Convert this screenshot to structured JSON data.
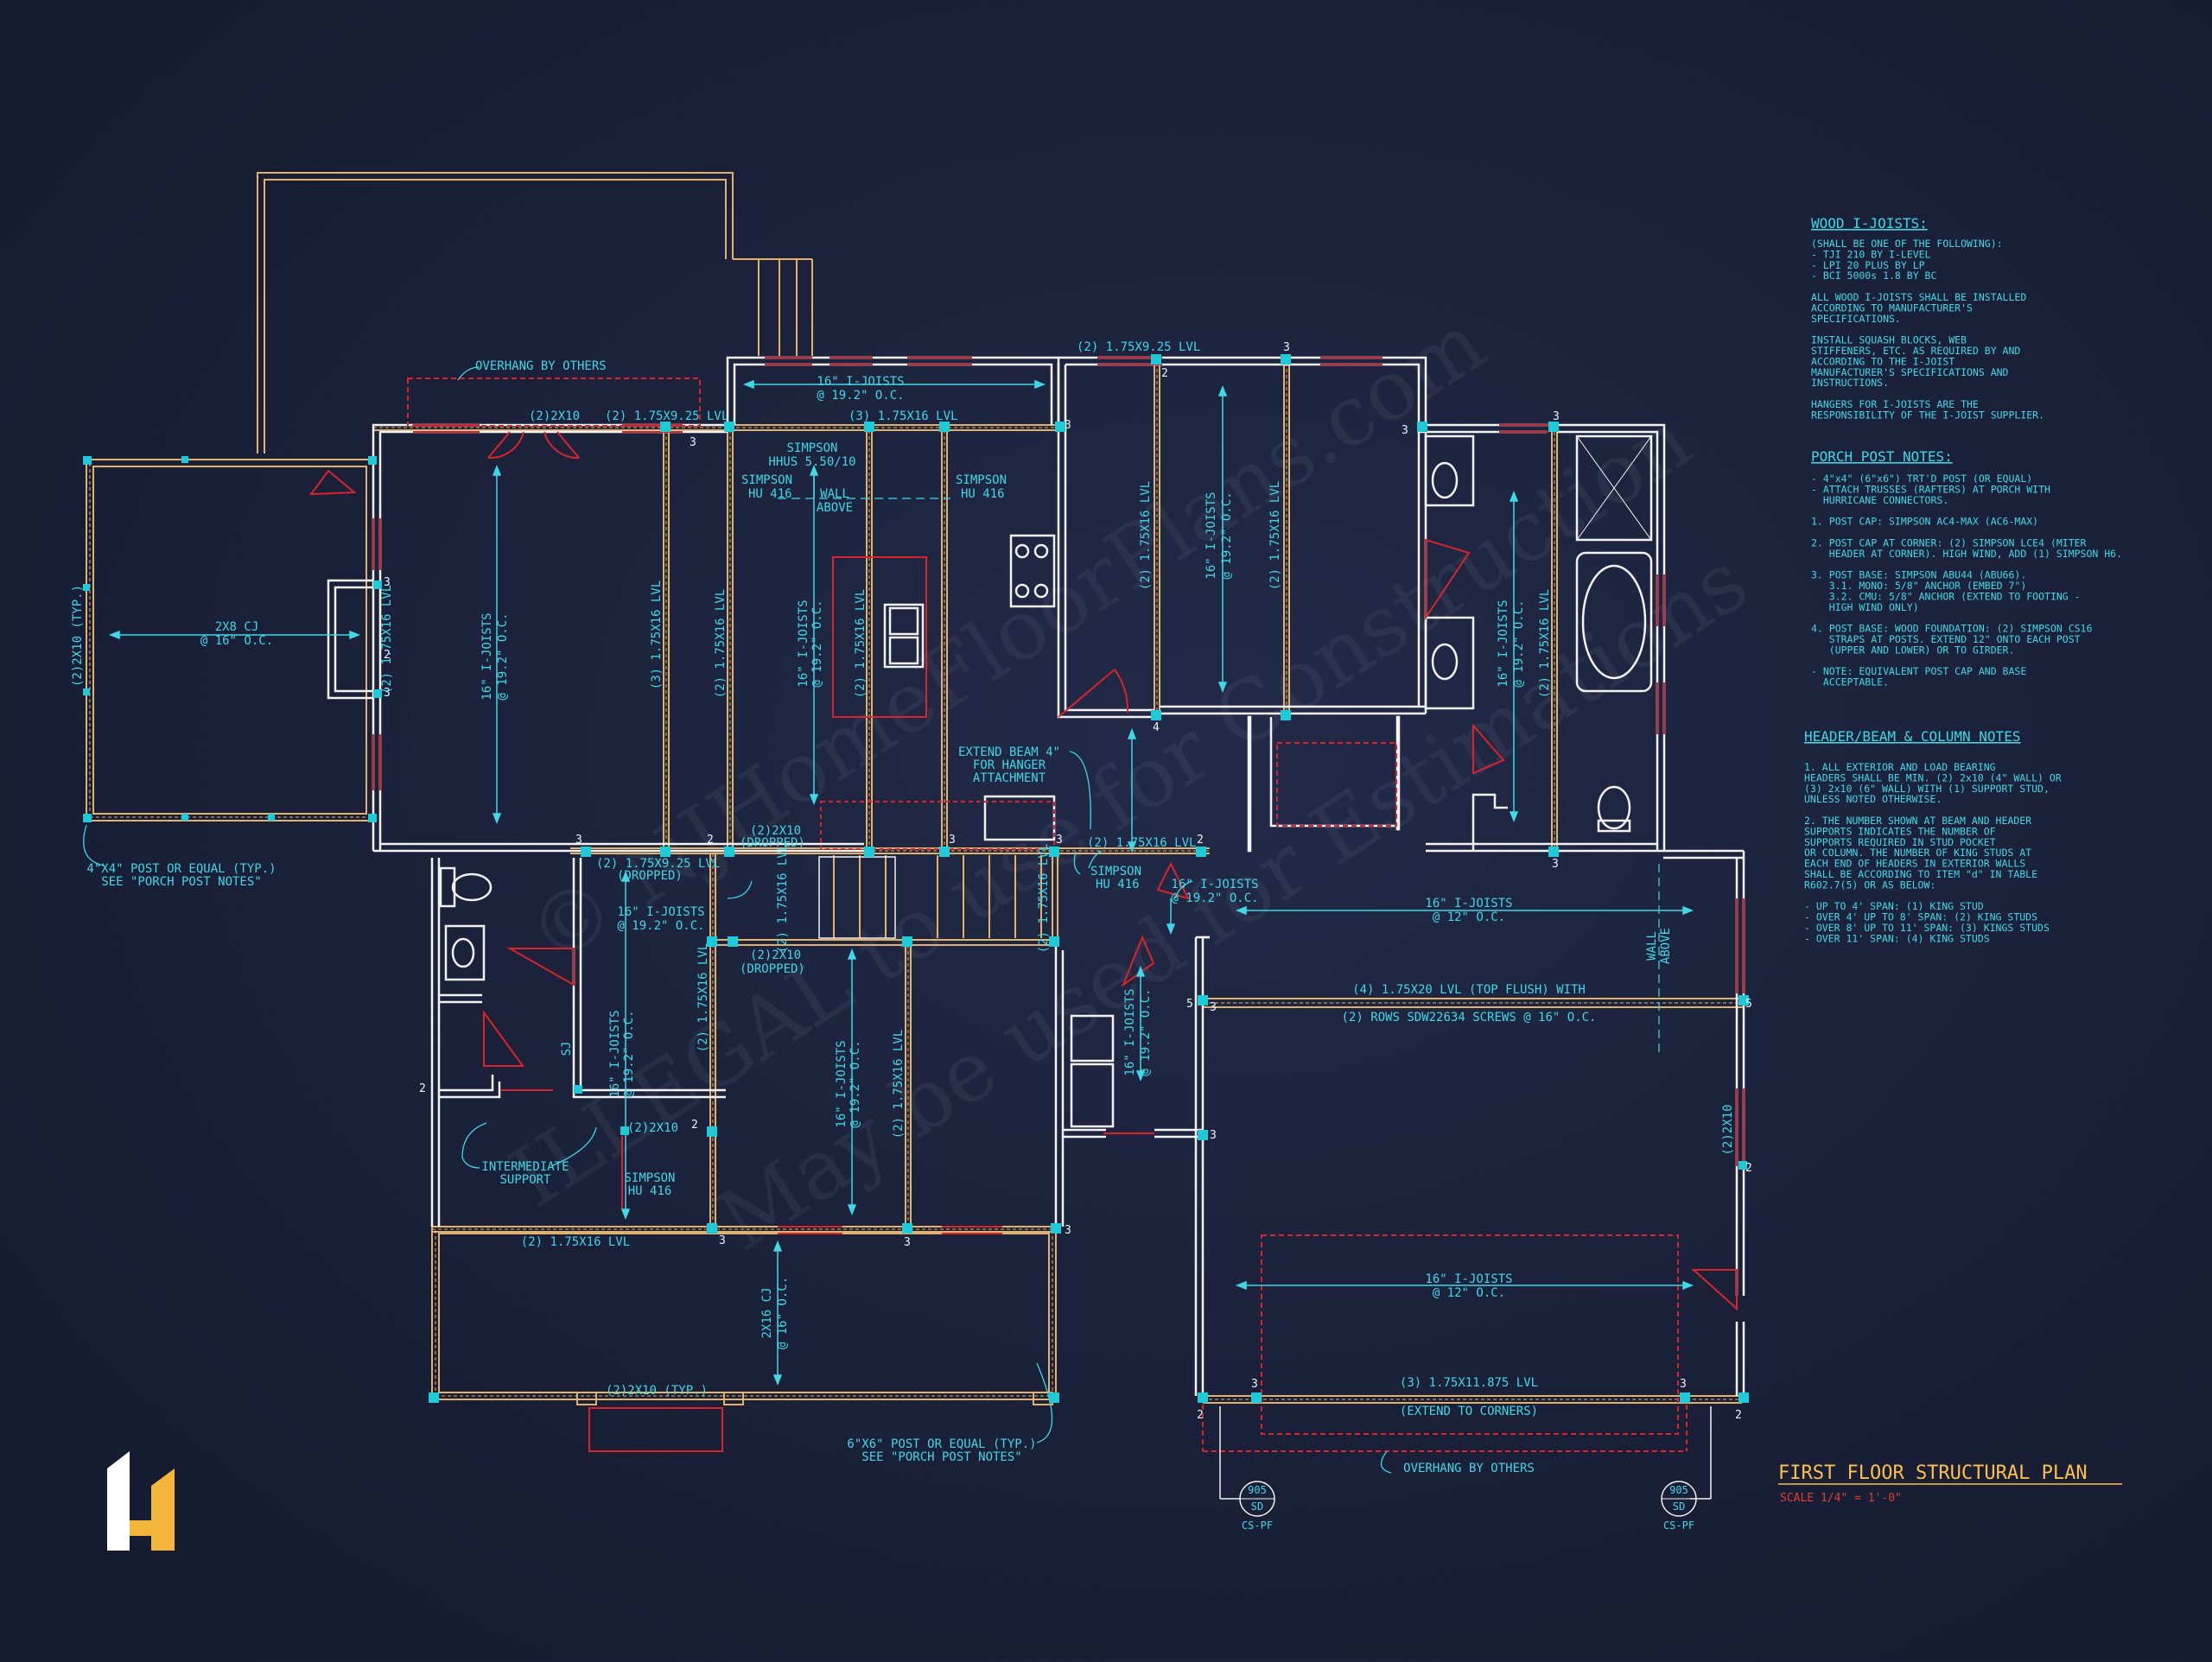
{
  "plan": {
    "title": "FIRST FLOOR STRUCTURAL PLAN",
    "scale": "SCALE 1/4\" = 1'-0\""
  },
  "watermark": {
    "line1": "© NJHomeFloorPlans.com",
    "line2": "ILLEGAL to use for Construction",
    "line3": "May be used for Estimations"
  },
  "notes": {
    "wood_ijoists": {
      "title": "WOOD I-JOISTS:",
      "lines": [
        "(SHALL BE ONE OF THE FOLLOWING):",
        "- TJI 210 BY I-LEVEL",
        "- LPI 20 PLUS BY LP",
        "- BCI 5000s 1.8 BY BC",
        "",
        "ALL WOOD I-JOISTS SHALL BE INSTALLED",
        "ACCORDING TO MANUFACTURER'S",
        "SPECIFICATIONS.",
        "",
        "INSTALL SQUASH BLOCKS, WEB",
        "STIFFENERS, ETC. AS REQUIRED BY AND",
        "ACCORDING TO THE I-JOIST",
        "MANUFACTURER'S SPECIFICATIONS AND",
        "INSTRUCTIONS.",
        "",
        "HANGERS FOR I-JOISTS ARE THE",
        "RESPONSIBILITY OF THE I-JOIST SUPPLIER."
      ]
    },
    "porch_post": {
      "title": "PORCH POST NOTES:",
      "lines": [
        "- 4\"x4\" (6\"x6\") TRT'D POST (OR EQUAL)",
        "- ATTACH TRUSSES (RAFTERS) AT PORCH WITH",
        "  HURRICANE CONNECTORS.",
        "",
        "1. POST CAP: SIMPSON AC4-MAX (AC6-MAX)",
        "",
        "2. POST CAP AT CORNER: (2) SIMPSON LCE4 (MITER",
        "   HEADER AT CORNER). HIGH WIND, ADD (1) SIMPSON H6.",
        "",
        "3. POST BASE: SIMPSON ABU44 (ABU66).",
        "   3.1. MONO: 5/8\" ANCHOR (EMBED 7\")",
        "   3.2. CMU: 5/8\" ANCHOR (EXTEND TO FOOTING -",
        "   HIGH WIND ONLY)",
        "",
        "4. POST BASE: WOOD FOUNDATION: (2) SIMPSON CS16",
        "   STRAPS AT POSTS. EXTEND 12\" ONTO EACH POST",
        "   (UPPER AND LOWER) OR TO GIRDER.",
        "",
        "- NOTE: EQUIVALENT POST CAP AND BASE",
        "  ACCEPTABLE."
      ]
    },
    "header_beam": {
      "title": "HEADER/BEAM & COLUMN NOTES",
      "lines": [
        "1. ALL EXTERIOR AND LOAD BEARING",
        "HEADERS SHALL BE MIN. (2) 2x10 (4\" WALL) OR",
        "(3) 2x10 (6\" WALL) WITH (1) SUPPORT STUD,",
        "UNLESS NOTED OTHERWISE.",
        "",
        "2. THE NUMBER SHOWN AT BEAM AND HEADER",
        "SUPPORTS INDICATES THE NUMBER OF",
        "SUPPORTS REQUIRED IN STUD POCKET",
        "OR COLUMN. THE NUMBER OF KING STUDS AT",
        "EACH END OF HEADERS IN EXTERIOR WALLS",
        "SHALL BE ACCORDING TO ITEM \"d\" IN TABLE",
        "R602.7(5) OR AS BELOW:",
        "",
        "- UP TO 4' SPAN: (1) KING STUD",
        "- OVER 4' UP TO 8' SPAN: (2) KING STUDS",
        "- OVER 8' UP TO 11' SPAN: (3) KINGS STUDS",
        "- OVER 11' SPAN: (4) KING STUDS"
      ]
    }
  },
  "labels": {
    "overhang_top": "OVERHANG BY OTHERS",
    "overhang_bottom": "OVERHANG BY OTHERS",
    "h_2x10_top": "(2)2X10",
    "h_lvl_top": "(2) 1.75X9.25 LVL",
    "h_lvl_top_right": "(2) 1.75X9.25 LVL",
    "h_3lvl_top": "(3) 1.75X16 LVL",
    "joist_kitchen": "16\" I-JOISTS",
    "joist_kitchen_oc": "@ 19.2\" O.C.",
    "simpson_hhus": "SIMPSON",
    "simpson_hhus2": "HHUS 5.50/10",
    "simpson_hu_a": "SIMPSON",
    "simpson_hu_a2": "HU 416",
    "simpson_hu_b": "SIMPSON",
    "simpson_hu_b2": "HU 416",
    "wall_above": "WALL",
    "wall_above2": "ABOVE",
    "porch_left_cj": "2X8 CJ",
    "porch_left_oc": "@ 16\" O.C.",
    "porch_left_2x10": "(2)2X10 (TYP.)",
    "living_joist": "16\" I-JOISTS",
    "living_joist_oc": "@ 19.2\" O.C.",
    "lvl_vert_a": "(2) 1.75X16 LVL",
    "lvl_vert_b": "(3) 1.75X16 LVL",
    "lvl_vert_c": "(2) 1.75X16 LVL",
    "lvl_vert_d": "(2) 1.75X16 LVL",
    "lvl_vert_e": "(2) 1.75X16 LVL",
    "lvl_vert_f": "(2) 1.75X16 LVL",
    "joist_kit_vert": "16\" I-JOISTS",
    "joist_kit_vert_oc": "@ 19.2\" O.C.",
    "joist_bed_vert": "16\" I-JOISTS",
    "joist_bed_vert_oc": "@ 19.2\" O.C.",
    "joist_bath_vert": "16\" I-JOISTS",
    "joist_bath_vert_oc": "@ 19.2\" O.C.",
    "extend_beam_1": "EXTEND BEAM 4\"",
    "extend_beam_2": "FOR HANGER",
    "extend_beam_3": "ATTACHMENT",
    "dropped_a_1": "(2)2X10",
    "dropped_a_2": "(DROPPED)",
    "dropped_b_1": "(2)2X10",
    "dropped_b_2": "(DROPPED)",
    "lvl_mid_left": "(2) 1.75X9.25 LVL",
    "lvl_mid_left_2": "(DROPPED)",
    "lvl_mid_center": "(2) 1.75X16 LVL",
    "simpson_hu_c": "SIMPSON",
    "simpson_hu_c2": "HU 416",
    "joist_hall": "16\" I-JOISTS",
    "joist_hall_oc": "@ 19.2\" O.C.",
    "joist_stair": "16\" I-JOISTS",
    "joist_stair_oc": "@ 19.2\" O.C.",
    "joist_garage_top": "16\" I-JOISTS",
    "joist_garage_top_oc": "@ 12\" O.C.",
    "joist_right_h": "16\" I-JOISTS",
    "joist_right_h_oc": "@ 19.2\" O.C.",
    "wall_above_r": "WALL",
    "wall_above_r2": "ABOVE",
    "lvl_garage_1": "(4) 1.75X20 LVL (TOP FLUSH) WITH",
    "lvl_garage_2": "(2) ROWS SDW22634 SCREWS @ 16\" O.C.",
    "joist_laundry": "16\" I-JOISTS",
    "joist_laundry_oc": "@ 19.2\" O.C.",
    "joist_bath_low": "16\" I-JOISTS",
    "joist_bath_low_oc": "@ 19.2\" O.C.",
    "joist_din": "16\" I-JOISTS",
    "joist_din_oc": "@ 19.2\" O.C.",
    "lvl_din": "(2) 1.75X16 LVL",
    "lvl_bath_low": "(2) 1.75X16 LVL",
    "sj": "SJ",
    "int_support_1": "INTERMEDIATE",
    "int_support_2": "SUPPORT",
    "simpson_hu_d": "SIMPSON",
    "simpson_hu_d2": "HU 416",
    "h_2x10_low": "(2)2X10",
    "lvl_low": "(2) 1.75X16 LVL",
    "porch_front_cj": "2X16 CJ",
    "porch_front_oc": "@ 16\" O.C.",
    "porch_front_2x10": "(2)2X10 (TYP.)",
    "post_note_left_1": "4\"X4\" POST OR EQUAL (TYP.)",
    "post_note_left_2": "SEE \"PORCH POST NOTES\"",
    "post_note_front_1": "6\"X6\" POST OR EQUAL (TYP.)",
    "post_note_front_2": "SEE \"PORCH POST NOTES\"",
    "joist_garage": "16\" I-JOISTS",
    "joist_garage_oc": "@ 12\" O.C.",
    "lvl_garage_door_1": "(3) 1.75X11.875 LVL",
    "lvl_garage_door_2": "(EXTEND TO CORNERS)",
    "garage_side_2x10": "(2)2X10",
    "tag_num": "905",
    "tag_sd": "SD",
    "tag_ref": "CS-PF"
  },
  "support_counts": [
    "3",
    "2",
    "3",
    "3",
    "3",
    "3",
    "2",
    "3",
    "3",
    "3",
    "3",
    "2",
    "5",
    "5",
    "2",
    "3",
    "2",
    "2",
    "3",
    "2",
    "3",
    "3",
    "3",
    "2",
    "4",
    "3",
    "3",
    "2",
    "3",
    "3"
  ],
  "colors": {
    "background": "#1a2038",
    "wall": "#f2f2f2",
    "beam": "#e3b26a",
    "cyan": "#3fd8e8",
    "red": "#d8242a",
    "title": "#ffc04a",
    "logo": "#f3b63a"
  }
}
